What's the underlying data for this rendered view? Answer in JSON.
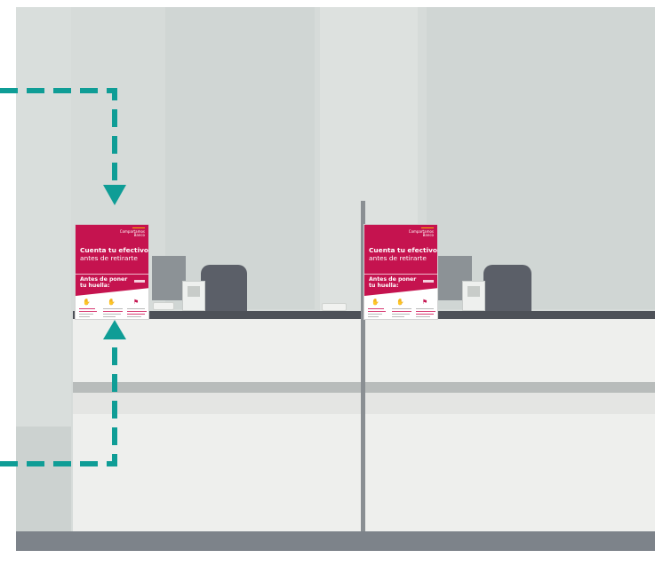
{
  "posters": [
    {
      "brand": "Compartamos Banco",
      "title_line1": "Cuenta tu efectivo",
      "title_line2": "antes de retirarte",
      "subtitle": "Antes de poner tu huella:"
    },
    {
      "brand": "Compartamos Banco",
      "title_line1": "Cuenta tu efectivo",
      "title_line2": "antes de retirarte",
      "subtitle": "Antes de poner tu huella:"
    }
  ],
  "icons": {
    "poster_step_icons": [
      "hand-icon",
      "hand-icon",
      "flag-icon"
    ],
    "arrow_top": "dashed-arrow-down",
    "arrow_bottom": "dashed-arrow-up"
  },
  "colors": {
    "poster_brand": "#c5134f",
    "arrow": "#0f9d96",
    "counter_top": "#4d5158",
    "floor": "#7d838a"
  }
}
